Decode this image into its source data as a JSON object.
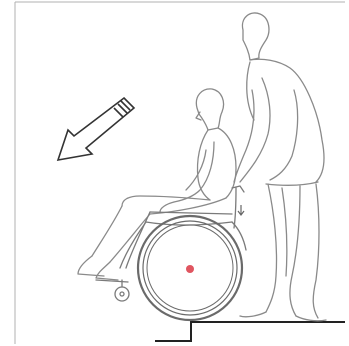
{
  "illustration": {
    "figures": [
      "seated-person",
      "caregiver"
    ],
    "objects": [
      "wheelchair",
      "step-down"
    ],
    "direction_arrow": "down-left",
    "colors": {
      "line": "#8a8a8a",
      "dark_line": "#333333",
      "wheel_hub": "#e05560",
      "background": "#ffffff"
    }
  }
}
